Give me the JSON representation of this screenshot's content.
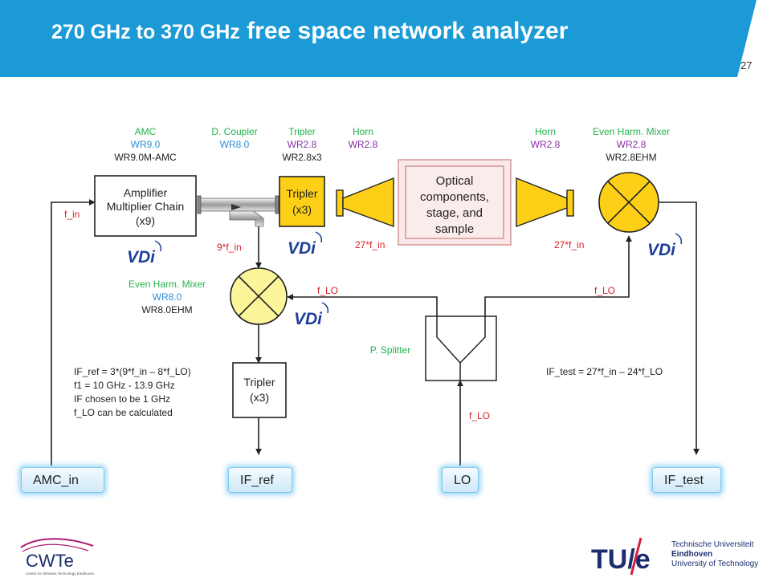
{
  "header": {
    "title_parts": [
      "270 GHz",
      " to ",
      "370 GHz",
      " free space network analyzer"
    ],
    "page_number": "27",
    "color": "#1b9ad6"
  },
  "blocks": {
    "amc": {
      "name": "AMC",
      "band": "WR9.0",
      "model": "WR9.0M-AMC",
      "body_lines": [
        "Amplifier",
        "Multiplier Chain",
        "(x9)"
      ]
    },
    "coupler": {
      "name": "D. Coupler",
      "band": "WR8.0"
    },
    "tripler1": {
      "name": "Tripler",
      "band": "WR2.8",
      "model": "WR2.8x3",
      "body_lines": [
        "Tripler",
        "(x3)"
      ]
    },
    "horn1": {
      "name": "Horn",
      "band": "WR2.8"
    },
    "optics": {
      "body_lines": [
        "Optical",
        "components,",
        "stage, and",
        "sample"
      ]
    },
    "horn2": {
      "name": "Horn",
      "band": "WR2.8"
    },
    "mixer_top": {
      "name": "Even Harm. Mixer",
      "band": "WR2.8",
      "model": "WR2.8EHM"
    },
    "mixer_left": {
      "name": "Even Harm. Mixer",
      "band": "WR8.0",
      "model": "WR8.0EHM"
    },
    "tripler2": {
      "body_lines": [
        "Tripler",
        "(x3)"
      ]
    },
    "splitter": {
      "name": "P. Splitter"
    }
  },
  "signals": {
    "f_in": "f_in",
    "nine_f_in": "9*f_in",
    "f27_left": "27*f_in",
    "f27_right": "27*f_in",
    "f_lo_left": "f_LO",
    "f_lo_right": "f_LO",
    "f_lo_bottom": "f_LO"
  },
  "notes": {
    "if_ref_lines": [
      "IF_ref = 3*(9*f_in – 8*f_LO)",
      "f1 = 10 GHz - 13.9 GHz",
      "IF chosen to be 1 GHz",
      "f_LO can be calculated"
    ],
    "if_test": "IF_test = 27*f_in – 24*f_LO"
  },
  "ports": {
    "amc_in": "AMC_in",
    "if_ref": "IF_ref",
    "lo": "LO",
    "if_test": "IF_test"
  },
  "logos": {
    "vdi": "VDi",
    "cwte": "CWTe",
    "cwte_sub": "Centre for Wireless Technology Eindhoven",
    "tue": "TU/e",
    "tue_lines": [
      "Technische Universiteit",
      "Eindhoven",
      "University of Technology"
    ]
  },
  "colors": {
    "label_green": "#23b24b",
    "label_blue": "#2e8fd6",
    "label_purple": "#8a2fa8",
    "label_red": "#d81f26",
    "yellow": "#fdd017",
    "vdi_blue": "#1d3f9a",
    "tue_navy": "#1c2d6e",
    "tue_red": "#d4213d",
    "cwte_magenta": "#b0196e"
  }
}
